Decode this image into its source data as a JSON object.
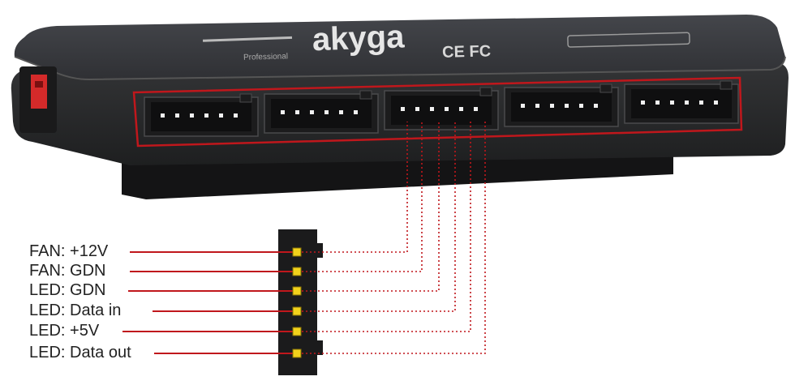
{
  "device": {
    "brand_logo": "akyga",
    "subtitle_text": "Professional",
    "marks_text": "CE FC"
  },
  "pinout": {
    "labels": [
      "FAN: +12V",
      "FAN: GDN",
      "LED: GDN",
      "LED: Data in",
      "LED: +5V",
      "LED: Data out"
    ],
    "pin_color": "#f2d21b",
    "line_color": "#c0171c"
  },
  "colors": {
    "body": "#2b2b2d",
    "top": "#3a3a3d",
    "connector": "#1c1c1d",
    "highlight": "#c0171c",
    "red_port": "#d42a2a"
  },
  "connector_count": 5,
  "connector_pins": 6
}
